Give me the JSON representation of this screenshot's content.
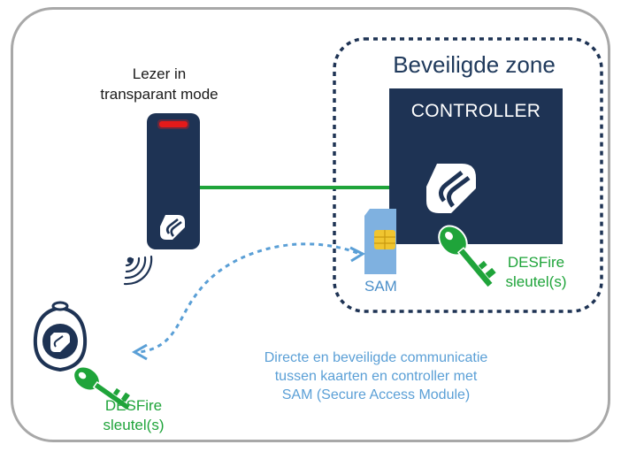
{
  "reader": {
    "label": "Lezer in\ntransparant mode"
  },
  "secure_zone": {
    "title": "Beveiligde zone"
  },
  "controller": {
    "title": "CONTROLLER"
  },
  "sam": {
    "label": "SAM"
  },
  "key_controller": {
    "label": "DESFire\nsleutel(s)"
  },
  "key_card": {
    "label": "DESFire\nsleutel(s)"
  },
  "communication": {
    "label": "Directe en beveiligde communicatie\ntussen kaarten en controller met\nSAM (Secure Access Module)"
  },
  "colors": {
    "navy": "#1e3354",
    "green": "#1fa43a",
    "light_blue": "#5a9fd6",
    "led_red": "#e41b1b",
    "frame_gray": "#a8a8a8"
  },
  "icons": [
    "logo-icon",
    "nfc-waves-icon",
    "key-icon",
    "sim-card-icon",
    "badge-icon"
  ]
}
